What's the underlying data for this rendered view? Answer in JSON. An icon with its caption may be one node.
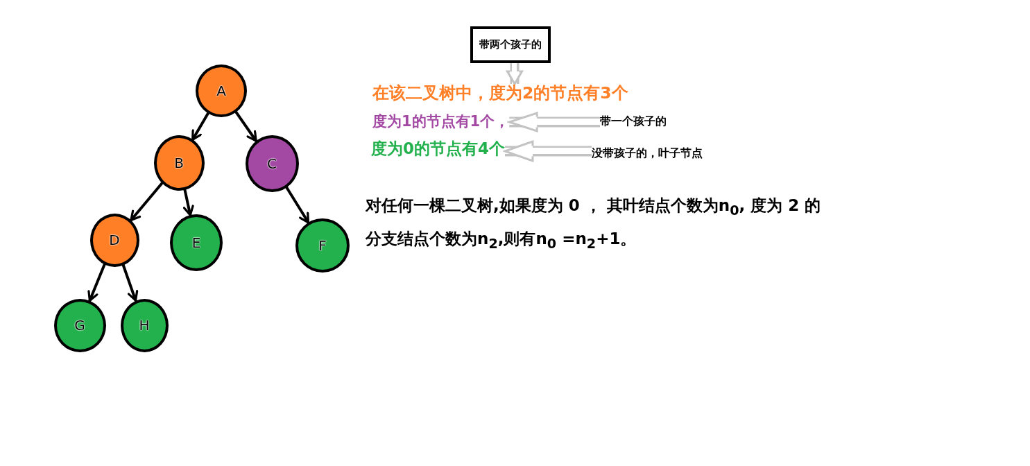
{
  "diagram": {
    "nodes": [
      {
        "text": [
          "A"
        ]
      },
      {
        "text": [
          "B"
        ]
      },
      {
        "text": [
          "C"
        ]
      },
      {
        "text": [
          "D"
        ]
      },
      {
        "text": [
          "E"
        ]
      },
      {
        "text": [
          "F"
        ]
      },
      {
        "text": [
          "G"
        ]
      },
      {
        "text": [
          "H"
        ]
      },
      {
        "text": [
          "带两个孩子的"
        ]
      },
      {
        "text": [
          "在该二叉树中，度为2的节点有3个"
        ]
      },
      {
        "text": [
          "度为1的节点有1个，"
        ]
      },
      {
        "text": [
          "带一个孩子的"
        ]
      },
      {
        "text": [
          "度为0的节点有4个"
        ]
      },
      {
        "text": [
          "没带孩子的，叶子节点"
        ]
      }
    ],
    "edges": [
      {
        "from": 0,
        "to": 1,
        "arrow": "to"
      },
      {
        "from": 0,
        "to": 2,
        "arrow": "to"
      },
      {
        "from": 1,
        "to": 3,
        "arrow": "to"
      },
      {
        "from": 1,
        "to": 4,
        "arrow": "to"
      },
      {
        "from": 2,
        "to": 5,
        "arrow": "to"
      },
      {
        "from": 3,
        "to": 6,
        "arrow": "to"
      },
      {
        "from": 3,
        "to": 7,
        "arrow": "to"
      },
      {
        "from": 8,
        "to": 9,
        "arrow": "to",
        "style": "thick",
        "color": "#c3c3c3"
      },
      {
        "from": 11,
        "to": 10,
        "arrow": "to",
        "style": "thick",
        "color": "#c3c3c3"
      },
      {
        "from": 13,
        "to": 12,
        "arrow": "to",
        "style": "thick",
        "color": "#c3c3c3"
      }
    ],
    "labels": [
      "对任何一棵二叉树,如果度为 0 ， 其叶结点个数为n$_{0}$, 度为 2 的分支结点个数为n$_{2}$,则有n$_{0}$ =n$_{2}$+1。"
    ]
  }
}
